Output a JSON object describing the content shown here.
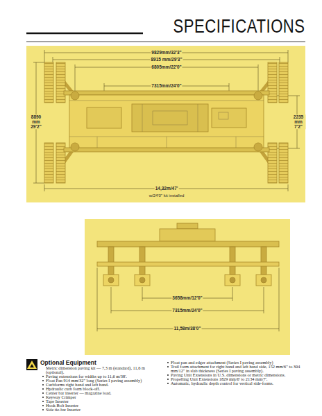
{
  "diagram": {
    "title": "SPECIFICATIONS",
    "labels": [
      "9829mm/32'3\"",
      "8915 mm/29'3\"",
      "6805mm/22'0\"",
      "7315mm/24'0\"",
      "8890 mm 29'2\"",
      "2235 mm 7'2\"",
      "14,32m/47'",
      "w/24'0\" kit installed",
      "3658mm/12'0\"",
      "7315mm/24'0\"",
      "11,58m/38'0\"",
      "Optional Equipment",
      "Metric dimension paving kit — 7,3 m (standard), 11,6 m (optional).",
      "Paving extensions for widths up to 11,6 m/38'.",
      "Float Pan 914 mm/32\" long (Series I paving assembly)",
      "Curbforms right hand and left hand.",
      "Hydraulic curb form block-off.",
      "Center bar inserter — magazine load.",
      "Keyway Crimper",
      "Tape Inserter",
      "Hook Bolt Inserter",
      "Side tie-bar Inserter",
      "Float pan and edger attachment (Series I paving assembly)",
      "Trail form attachment for right hand and left hand side, 152 mm/6\" to 304 mm/12\" in slab thickness (Series I paving assembly).",
      "Paving Unit Extensions in U.S. dimensions or metric dimensions.",
      "Propelling Unit Extensions 1829 mm/6' to 2134 mm/7'.",
      "Automatic, hydraulic depth control for vertical side-forms."
    ]
  }
}
